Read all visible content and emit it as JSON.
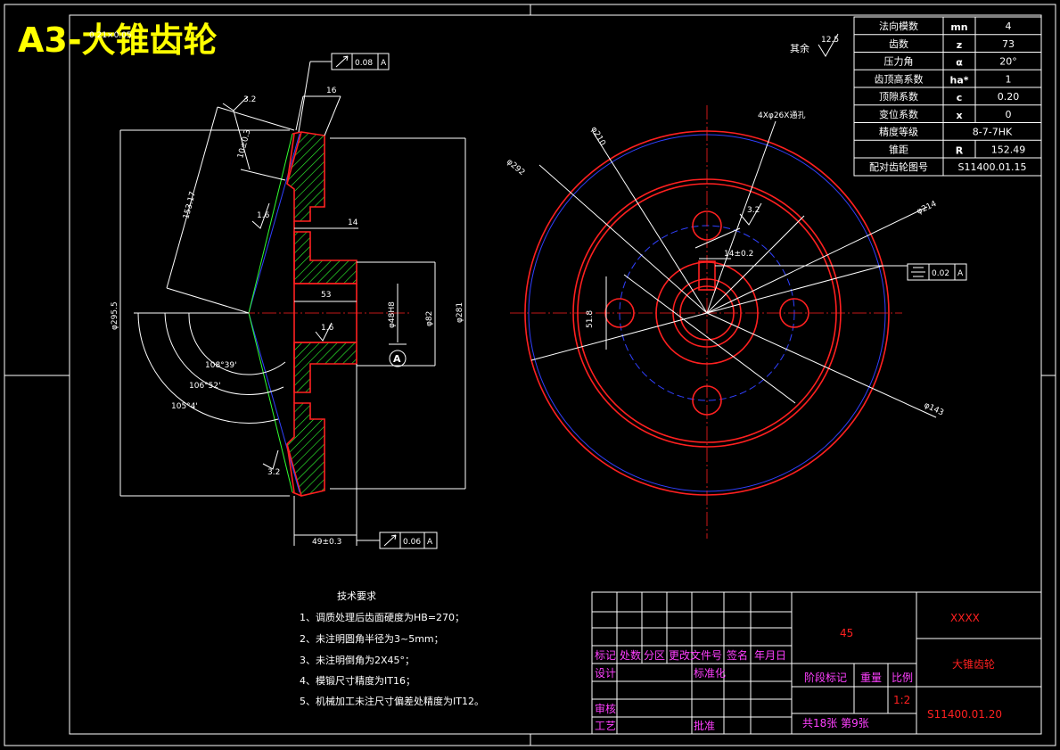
{
  "sheet_title": "A3-大锥齿轮",
  "rotated_label": "0.21×0.05",
  "roughness": {
    "prefix": "其余",
    "value": "12.5"
  },
  "gear_table": [
    {
      "label": "法向模数",
      "symbol": "mn",
      "value": "4"
    },
    {
      "label": "齿数",
      "symbol": "z",
      "value": "73"
    },
    {
      "label": "压力角",
      "symbol": "α",
      "value": "20°"
    },
    {
      "label": "齿顶高系数",
      "symbol": "ha*",
      "value": "1"
    },
    {
      "label": "顶隙系数",
      "symbol": "c",
      "value": "0.20"
    },
    {
      "label": "变位系数",
      "symbol": "x",
      "value": "0"
    },
    {
      "label": "精度等级",
      "symbol": "",
      "value": "8-7-7HK"
    },
    {
      "label": "锥距",
      "symbol": "R",
      "value": "152.49"
    },
    {
      "label": "配对齿轮图号",
      "symbol": "",
      "value": "S11400.01.15"
    }
  ],
  "section_dims": {
    "d_tip": "3.2",
    "width16": "16",
    "tol_runout": "0.08",
    "datum_a": "A",
    "d10": "10±0.3",
    "d153": "153.17",
    "r16": "1.6",
    "d14": "14",
    "d53": "53",
    "r16b": "1.6",
    "d48": "φ48H8",
    "d82": "φ82",
    "d281": "φ281",
    "d295": "φ295.5",
    "ang1": "108°39'",
    "ang2": "106°52'",
    "ang3": "105°4'",
    "r32b": "3.2",
    "d49": "49±0.3",
    "tol_runout2": "0.06"
  },
  "front_dims": {
    "holes": "4Xφ26X通孔",
    "d210": "φ210",
    "d292": "φ292",
    "d214": "φ214",
    "r32": "3.2",
    "key": "14±0.2",
    "sym_tol": "0.02",
    "d51": "51.8",
    "d143": "φ143"
  },
  "tech_req": {
    "title": "技术要求",
    "items": [
      "1、调质处理后齿面硬度为HB=270；",
      "2、未注明圆角半径为3~5mm；",
      "3、未注明倒角为2X45°；",
      "4、模锻尺寸精度为IT16；",
      "5、机械加工未注尺寸偏差处精度为IT12。"
    ]
  },
  "title_block": {
    "material": "45",
    "company": "XXXX",
    "part_name": "大锥齿轮",
    "drawing_no": "S11400.01.20",
    "scale": "1:2",
    "sheets": "共18张 第9张",
    "row_labels": [
      "标记",
      "处数",
      "分区",
      "更改文件号",
      "签名",
      "年月日"
    ],
    "designer": "设计",
    "standard": "标准化",
    "stage": "阶段标记",
    "weight": "重量",
    "ratio": "比例",
    "review": "审核",
    "process": "工艺",
    "approve": "批准"
  },
  "colors": {
    "background": "#000000",
    "outline": "#ff2020",
    "hidden": "#3040ff",
    "hatch": "#30ff30",
    "text": "#ffffff",
    "title": "#ffff00",
    "title_block_text": "#ff40ff"
  }
}
